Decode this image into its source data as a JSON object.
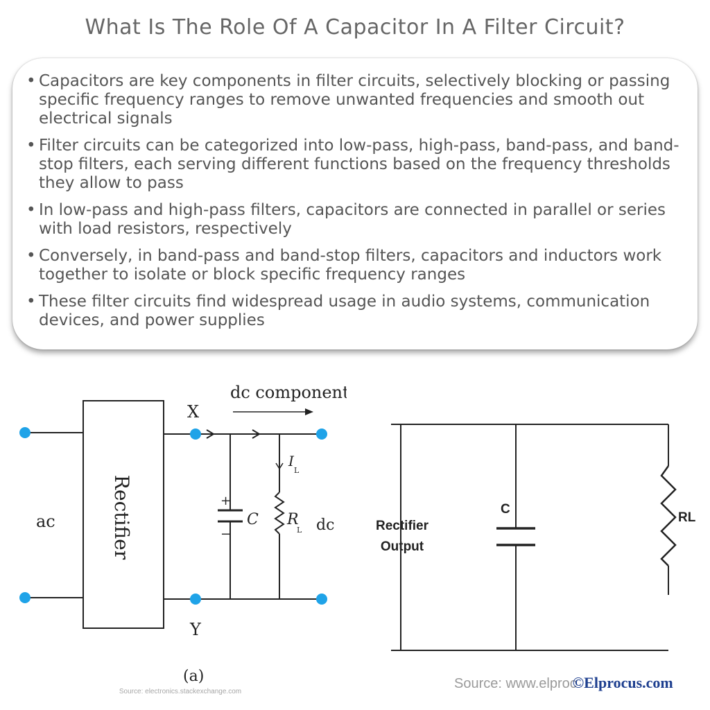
{
  "title": "What Is The Role Of A Capacitor In A Filter Circuit?",
  "bullets": [
    "Capacitors are key components in filter circuits, selectively blocking or passing specific frequency ranges to remove unwanted frequencies and smooth out electrical signals",
    "Filter circuits can be categorized into low-pass, high-pass, band-pass, and band-stop filters, each serving different functions based on the frequency thresholds they allow to pass",
    "In low-pass and high-pass filters, capacitors are connected in parallel or series with load resistors, respectively",
    "Conversely, in band-pass and band-stop filters, capacitors and inductors work together to isolate or block specific frequency ranges",
    "These filter circuits find widespread usage in audio systems, communication devices, and power supplies"
  ],
  "bullet_char": "•",
  "figure_a": {
    "input_label": "ac",
    "block_label": "Rectifier",
    "node_top": "X",
    "node_bottom": "Y",
    "arrow_label": "dc component",
    "current_label": "I",
    "current_sub": "L",
    "cap_label": "C",
    "cap_plus": "+",
    "cap_minus": "−",
    "resistor_label": "R",
    "resistor_sub": "L",
    "output_label": "dc",
    "caption": "(a)",
    "source": "Source: electronics.stackexchange.com"
  },
  "figure_b": {
    "input_label_line1": "Rectifier",
    "input_label_line2": "Output",
    "cap_label": "C",
    "resistor_label": "RL",
    "source_prefix": "Source: www.elproc",
    "source_brand": "©Elprocus.com"
  },
  "colors": {
    "terminal": "#1fa3e8",
    "wire": "#222222",
    "title": "#666666",
    "brand": "#1e3f8f"
  }
}
